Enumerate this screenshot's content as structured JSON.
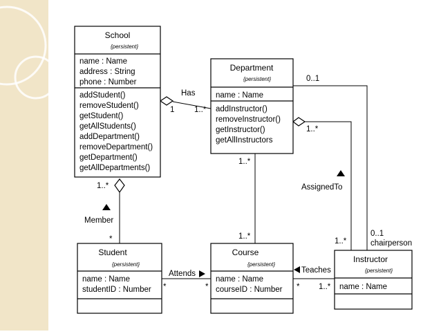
{
  "classes": {
    "school": {
      "name": "School",
      "stereotype": "{persistent}",
      "attributes": [
        "name : Name",
        "address : String",
        "phone : Number"
      ],
      "operations": [
        "addStudent()",
        "removeStudent()",
        "getStudent()",
        "getAllStudents()",
        "addDepartment()",
        "removeDepartment()",
        "getDepartment()",
        "getAllDepartments()"
      ]
    },
    "department": {
      "name": "Department",
      "stereotype": "{persistent}",
      "attributes": [
        "name : Name"
      ],
      "operations": [
        "addInstructor()",
        "removeInstructor()",
        "getInstructor()",
        "getAllInstructors"
      ]
    },
    "student": {
      "name": "Student",
      "stereotype": "{persistent}",
      "attributes": [
        "name : Name",
        "studentID : Number"
      ],
      "operations": []
    },
    "course": {
      "name": "Course",
      "stereotype": "{persistent}",
      "attributes": [
        "name : Name",
        "courseID : Number"
      ],
      "operations": []
    },
    "instructor": {
      "name": "Instructor",
      "stereotype": "{persistent}",
      "attributes": [
        "name : Name"
      ],
      "operations": []
    }
  },
  "associations": {
    "has": {
      "label": "Has",
      "school_mult": "1",
      "department_mult": "1..*"
    },
    "member": {
      "label": "Member",
      "school_mult": "1..*",
      "student_mult": "*"
    },
    "department_course": {
      "department_mult": "1..*",
      "course_mult": "1..*"
    },
    "assigned_to": {
      "label": "AssignedTo",
      "department_mult": "1..*",
      "instructor_mult": "1..*"
    },
    "chairperson": {
      "role": "chairperson",
      "department_mult": "0..1",
      "instructor_mult": "0..1"
    },
    "attends": {
      "label": "Attends",
      "student_mult": "*",
      "course_mult": "*"
    },
    "teaches": {
      "label": "Teaches",
      "course_mult": "*",
      "instructor_mult": "1..*"
    }
  },
  "colors": {
    "sidebar": "#f1e5c8",
    "sidebar_ring": "#ffffff"
  }
}
